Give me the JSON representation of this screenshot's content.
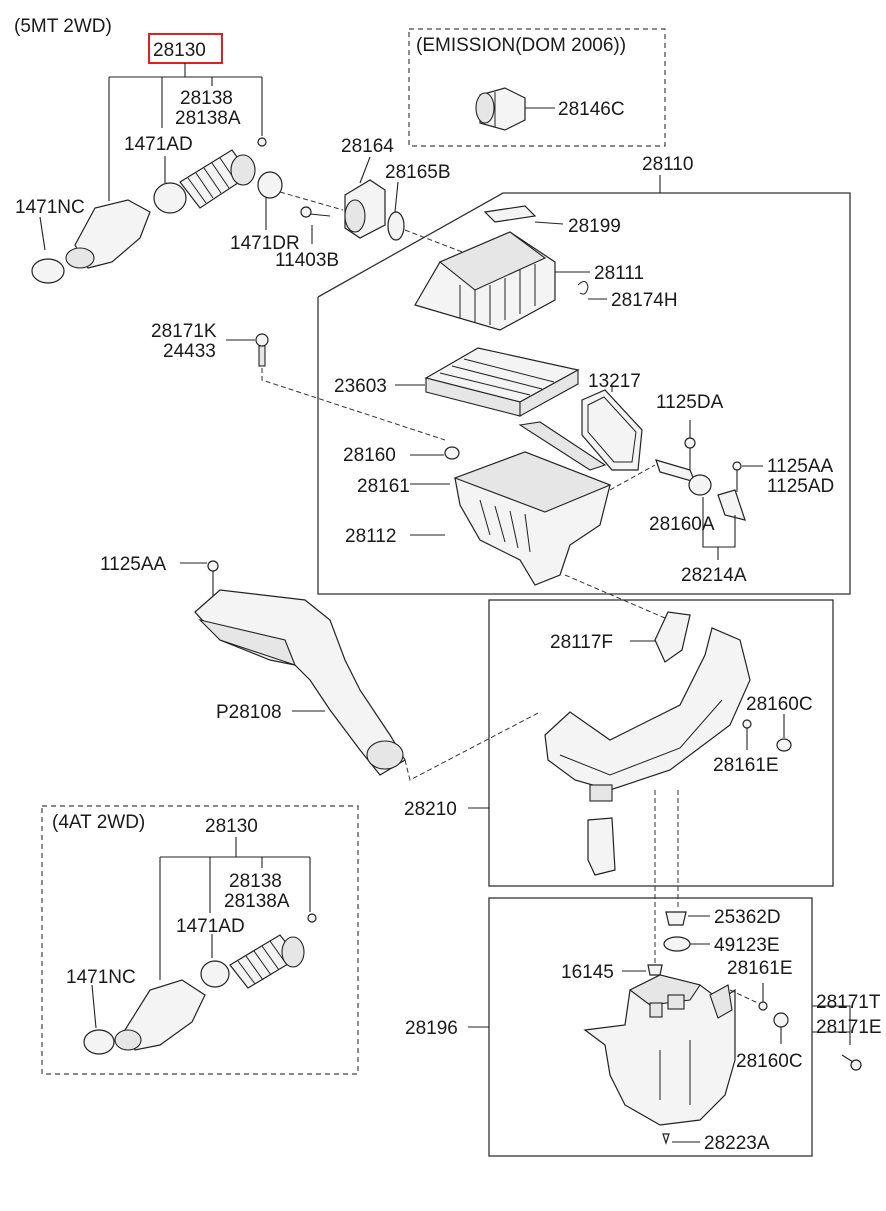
{
  "sections": {
    "mt_2wd": "(5MT 2WD)",
    "emission": "(EMISSION(DOM 2006))",
    "at_2wd": "(4AT 2WD)"
  },
  "highlighted_part": "28130",
  "labels": {
    "p28130_top": "28130",
    "p28138_top": "28138",
    "p28138a_top": "28138A",
    "p1471ad_top": "1471AD",
    "p1471nc_top": "1471NC",
    "p1471dr": "1471DR",
    "p11403b": "11403B",
    "p28164": "28164",
    "p28165b": "28165B",
    "p28146c": "28146C",
    "p28110": "28110",
    "p28199": "28199",
    "p28111": "28111",
    "p28174h": "28174H",
    "p28171k": "28171K",
    "p24433": "24433",
    "p23603": "23603",
    "p13217": "13217",
    "p1125da": "1125DA",
    "p28160": "28160",
    "p28161": "28161",
    "p1125aa_r": "1125AA",
    "p1125ad_r": "1125AD",
    "p28112": "28112",
    "p28160a": "28160A",
    "p28214a": "28214A",
    "p1125aa_l": "1125AA",
    "p28117f": "28117F",
    "p28160c_mid": "28160C",
    "p28161e_mid": "28161E",
    "pp28108": "P28108",
    "p28210": "28210",
    "p28130_bot": "28130",
    "p28138_bot": "28138",
    "p28138a_bot": "28138A",
    "p1471ad_bot": "1471AD",
    "p1471nc_bot": "1471NC",
    "p25362d": "25362D",
    "p49123e": "49123E",
    "p16145": "16145",
    "p28161e_bot": "28161E",
    "p28171t": "28171T",
    "p28171e": "28171E",
    "p28196": "28196",
    "p28160c_bot": "28160C",
    "p28223a": "28223A"
  }
}
